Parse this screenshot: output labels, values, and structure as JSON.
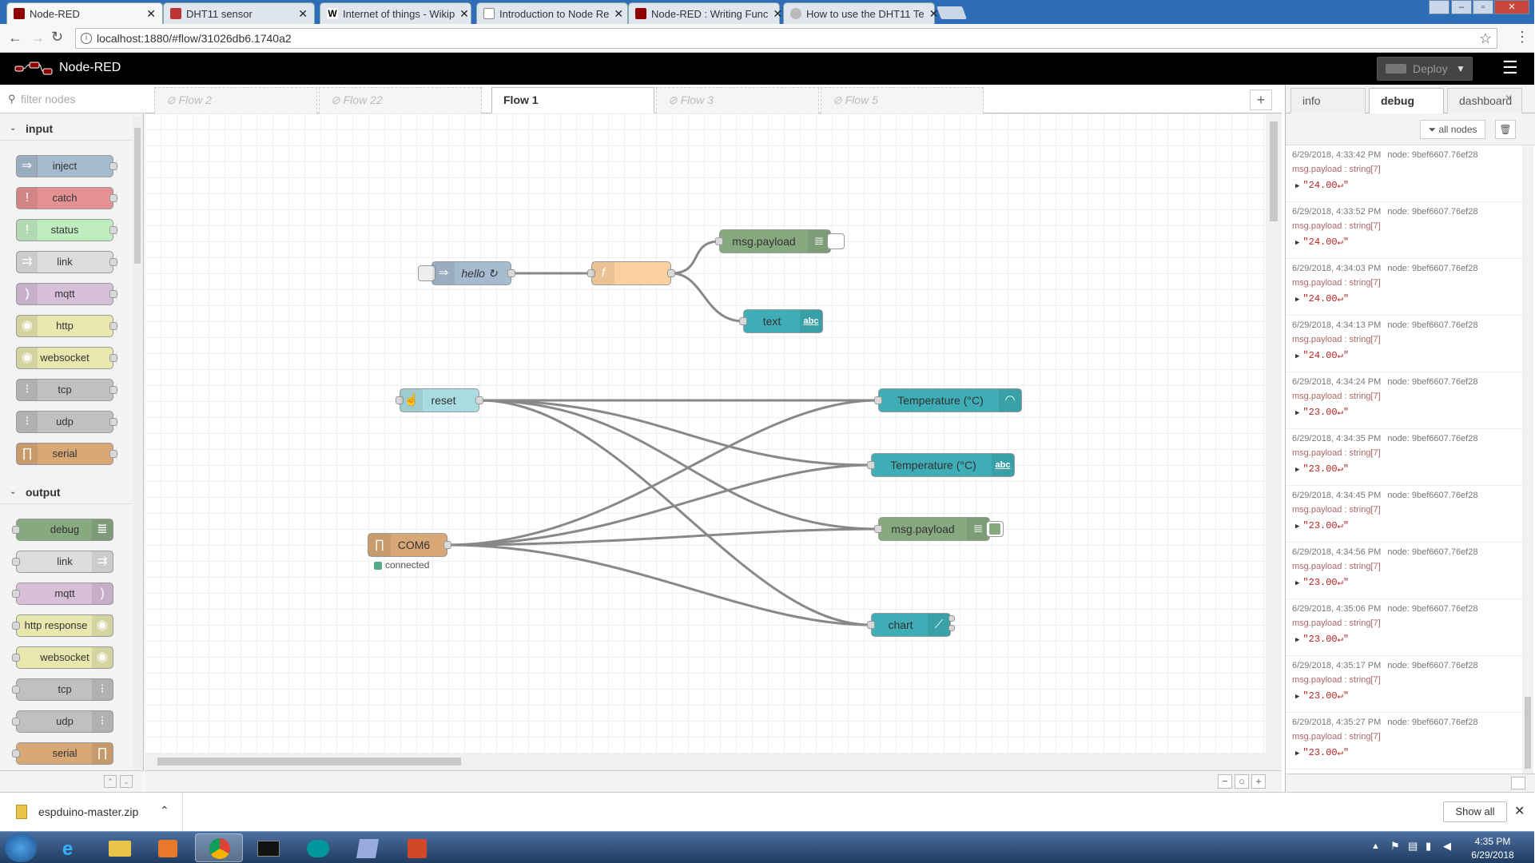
{
  "browser": {
    "tabs": [
      {
        "title": "Node-RED",
        "active": true
      },
      {
        "title": "DHT11 sensor",
        "active": false
      },
      {
        "title": "Internet of things - Wikip",
        "active": false
      },
      {
        "title": "Introduction to Node Re",
        "active": false
      },
      {
        "title": "Node-RED : Writing Func",
        "active": false
      },
      {
        "title": "How to use the DHT11 Te",
        "active": false
      }
    ],
    "url": "localhost:1880/#flow/31026db6.1740a2"
  },
  "header": {
    "app_title": "Node-RED",
    "deploy_label": "Deploy"
  },
  "palette": {
    "filter_placeholder": "filter nodes",
    "input_label": "input",
    "output_label": "output",
    "input_nodes": [
      "inject",
      "catch",
      "status",
      "link",
      "mqtt",
      "http",
      "websocket",
      "tcp",
      "udp",
      "serial"
    ],
    "output_nodes": [
      "debug",
      "link",
      "mqtt",
      "http response",
      "websocket",
      "tcp",
      "udp",
      "serial"
    ]
  },
  "workspace": {
    "tabs": [
      {
        "label": "Flow 2",
        "active": false
      },
      {
        "label": "Flow 22",
        "active": false
      },
      {
        "label": "Flow 1",
        "active": true
      },
      {
        "label": "Flow 3",
        "active": false
      },
      {
        "label": "Flow 5",
        "active": false
      }
    ],
    "nodes": {
      "hello": "hello ↻",
      "msg_payload_1": "msg.payload",
      "text": "text",
      "reset": "reset",
      "temp_gauge": "Temperature (°C)",
      "temp_text": "Temperature (°C)",
      "msg_payload_2": "msg.payload",
      "com6": "COM6",
      "com6_status": "connected",
      "chart": "chart",
      "abc_badge": "abc"
    }
  },
  "sidebar": {
    "tabs": [
      {
        "label": "info",
        "active": false
      },
      {
        "label": "debug",
        "active": true
      },
      {
        "label": "dashboard",
        "active": false
      }
    ],
    "filter_label": "all nodes",
    "messages": [
      {
        "time": "6/29/2018, 4:33:42 PM",
        "node": "node: 9bef6607.76ef28",
        "topic": "msg.payload : string[7]",
        "value": "\"24.00↵\""
      },
      {
        "time": "6/29/2018, 4:33:52 PM",
        "node": "node: 9bef6607.76ef28",
        "topic": "msg.payload : string[7]",
        "value": "\"24.00↵\""
      },
      {
        "time": "6/29/2018, 4:34:03 PM",
        "node": "node: 9bef6607.76ef28",
        "topic": "msg.payload : string[7]",
        "value": "\"24.00↵\""
      },
      {
        "time": "6/29/2018, 4:34:13 PM",
        "node": "node: 9bef6607.76ef28",
        "topic": "msg.payload : string[7]",
        "value": "\"24.00↵\""
      },
      {
        "time": "6/29/2018, 4:34:24 PM",
        "node": "node: 9bef6607.76ef28",
        "topic": "msg.payload : string[7]",
        "value": "\"23.00↵\""
      },
      {
        "time": "6/29/2018, 4:34:35 PM",
        "node": "node: 9bef6607.76ef28",
        "topic": "msg.payload : string[7]",
        "value": "\"23.00↵\""
      },
      {
        "time": "6/29/2018, 4:34:45 PM",
        "node": "node: 9bef6607.76ef28",
        "topic": "msg.payload : string[7]",
        "value": "\"23.00↵\""
      },
      {
        "time": "6/29/2018, 4:34:56 PM",
        "node": "node: 9bef6607.76ef28",
        "topic": "msg.payload : string[7]",
        "value": "\"23.00↵\""
      },
      {
        "time": "6/29/2018, 4:35:06 PM",
        "node": "node: 9bef6607.76ef28",
        "topic": "msg.payload : string[7]",
        "value": "\"23.00↵\""
      },
      {
        "time": "6/29/2018, 4:35:17 PM",
        "node": "node: 9bef6607.76ef28",
        "topic": "msg.payload : string[7]",
        "value": "\"23.00↵\""
      },
      {
        "time": "6/29/2018, 4:35:27 PM",
        "node": "node: 9bef6607.76ef28",
        "topic": "msg.payload : string[7]",
        "value": "\"23.00↵\""
      }
    ]
  },
  "download_bar": {
    "file": "espduino-master.zip",
    "show_all": "Show all"
  },
  "taskbar": {
    "time": "4:35 PM",
    "date": "6/29/2018"
  },
  "colors": {
    "inject": "#a6bbcf",
    "catch": "#e49191",
    "status": "#c0edc0",
    "link": "#dddddd",
    "mqtt": "#d8bfd8",
    "http": "#e7e7ae",
    "serial": "#d7a875",
    "debug": "#87a980",
    "function": "#fdd0a2",
    "dashboard": "#3fadb5",
    "header": "#000000"
  }
}
